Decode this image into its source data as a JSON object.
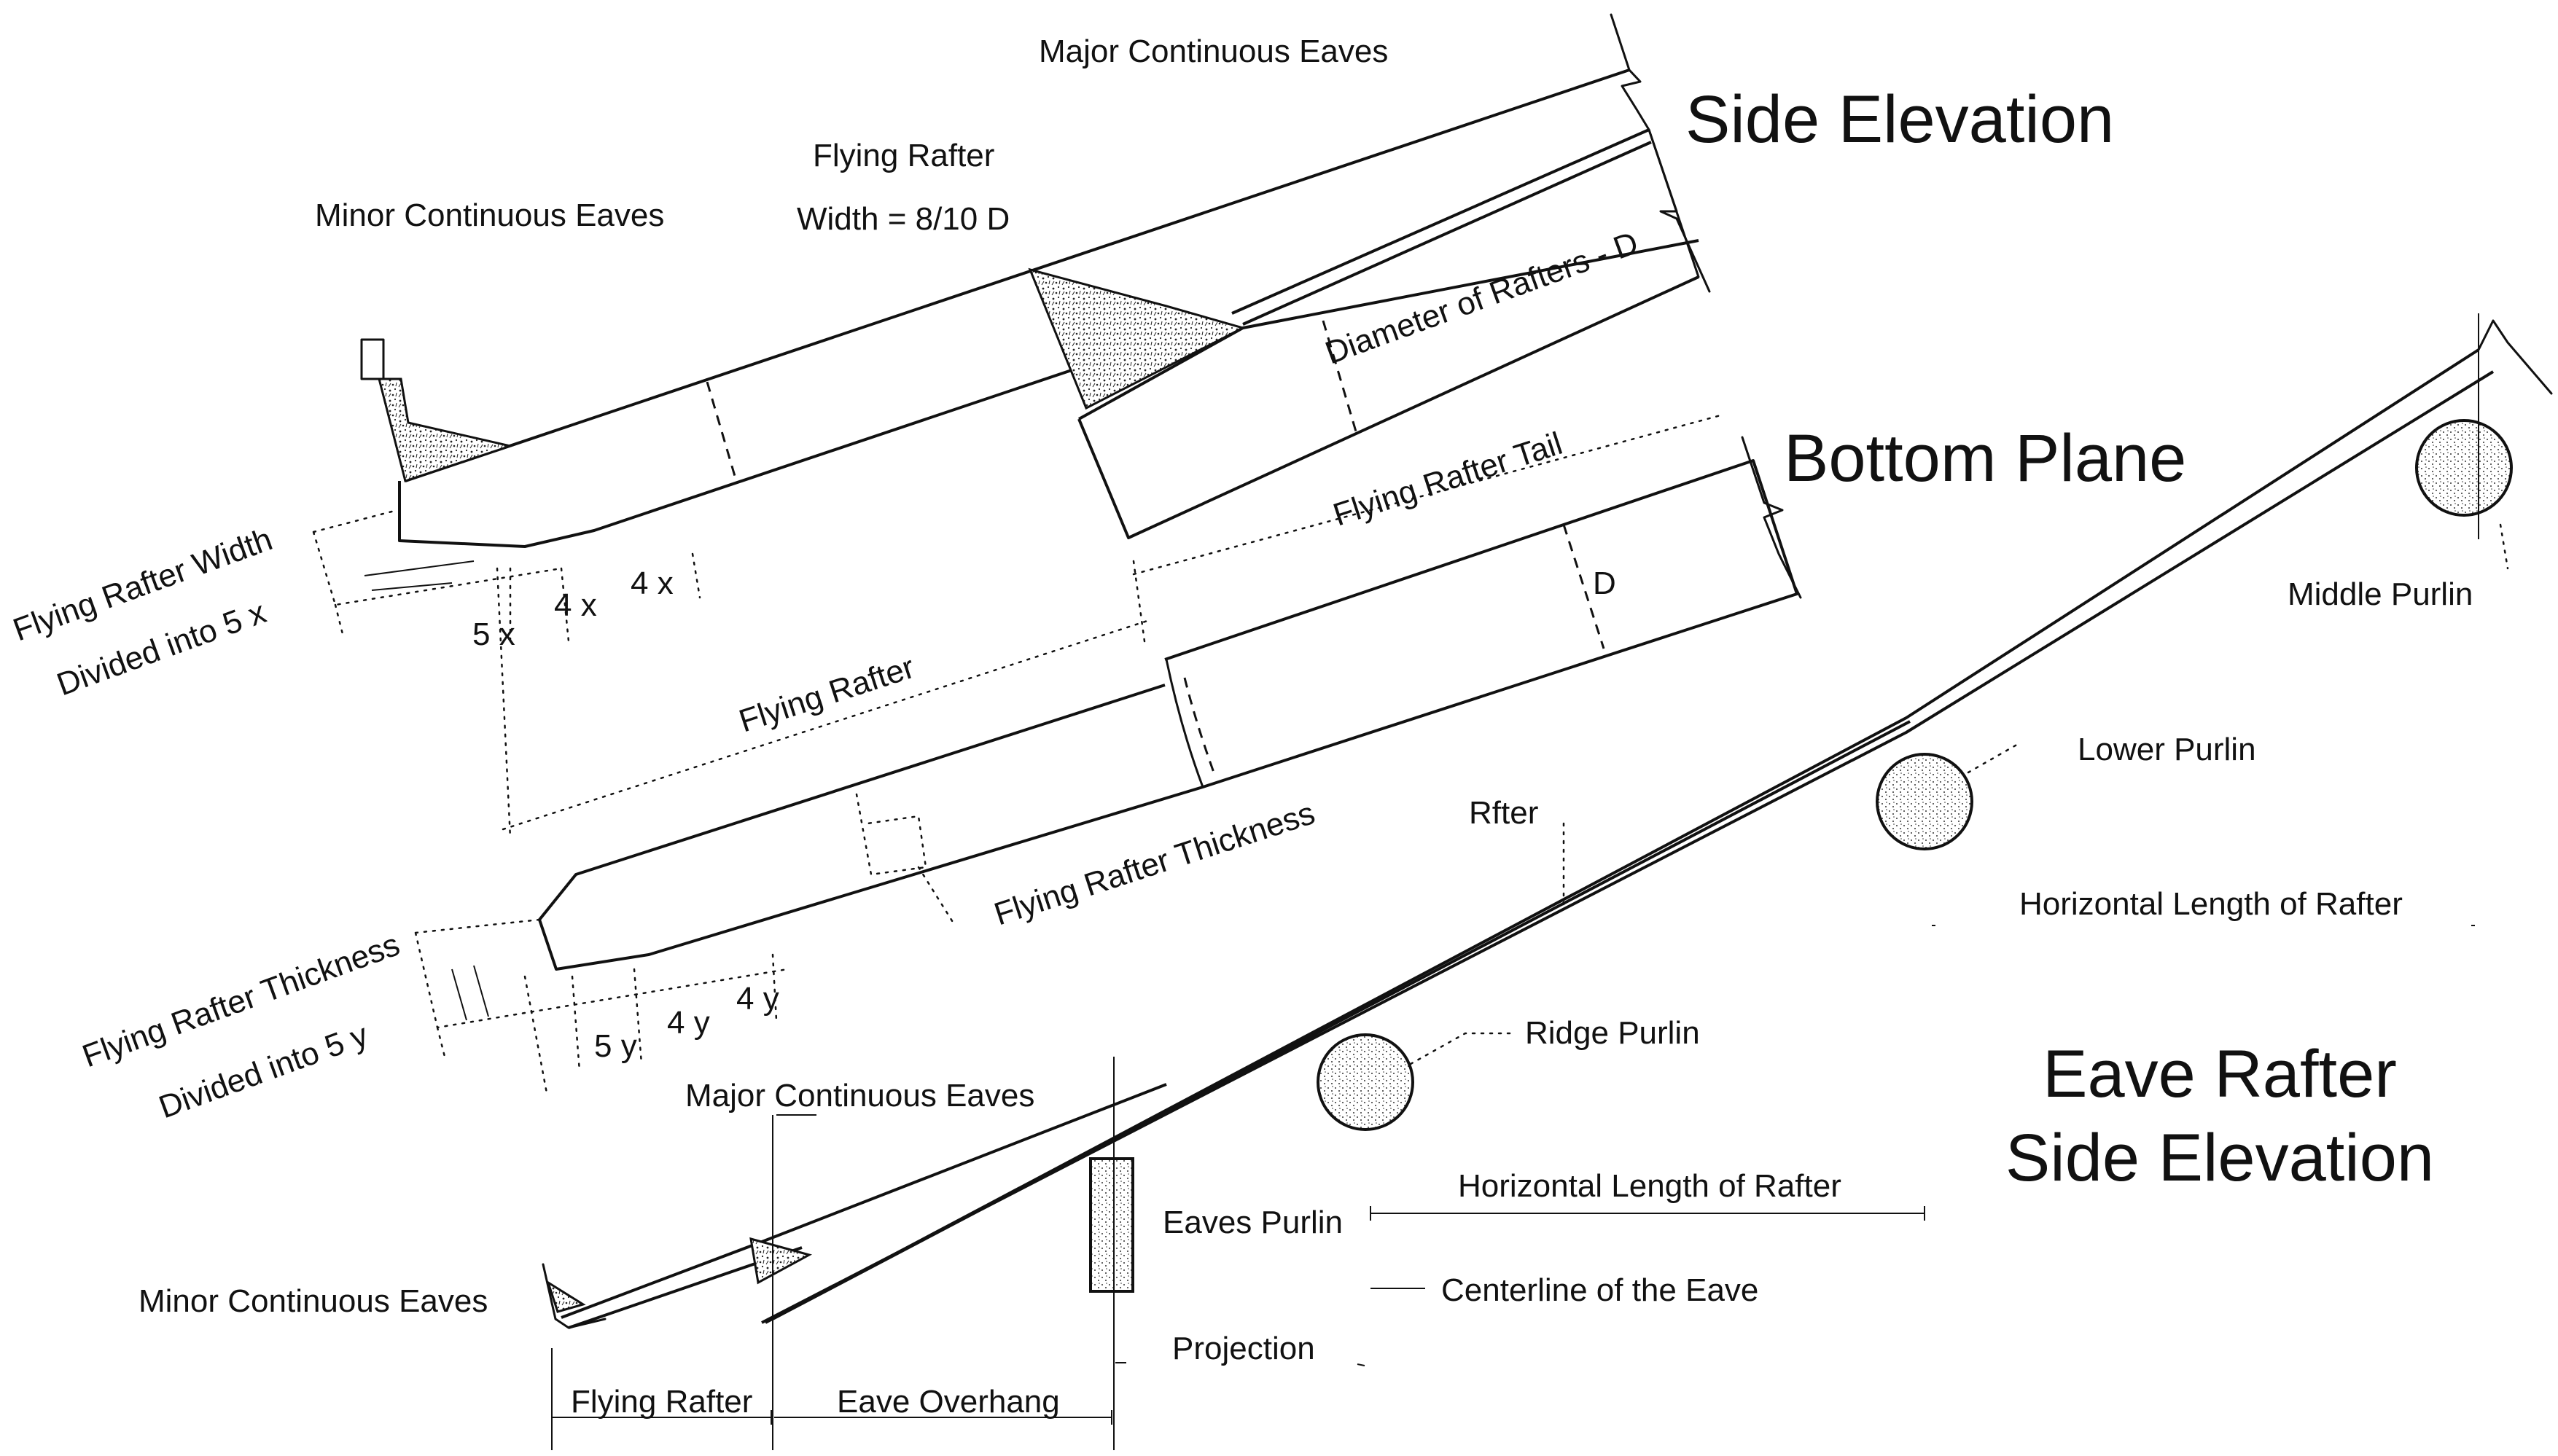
{
  "titles": {
    "side_elevation": "Side Elevation",
    "bottom_plane": "Bottom Plane",
    "eave_rafter_line1": "Eave Rafter",
    "eave_rafter_line2": "Side Elevation"
  },
  "labels": {
    "major_continuous_eaves_top": "Major Continuous Eaves",
    "flying_rafter_top": "Flying Rafter",
    "width_formula": "Width = 8/10 D",
    "minor_continuous_eaves_top": "Minor Continuous Eaves",
    "diameter_of_rafters": "Diameter of Rafters - D",
    "flying_rafter_tail": "Flying Rafter Tail",
    "d_mark": "D",
    "flying_rafter_width": "Flying Rafter Width",
    "divided_into_5x": "Divided into 5 x",
    "div_5x": "5 x",
    "div_4x_a": "4 x",
    "div_4x_b": "4 x",
    "flying_rafter_mid": "Flying Rafter",
    "flying_rafter_thickness_right": "Flying Rafter Thickness",
    "rfter": "Rfter",
    "flying_rafter_thickness_left": "Flying Rafter Thickness",
    "divided_into_5y": "Divided into 5 y",
    "div_5y": "5 y",
    "div_4y_a": "4 y",
    "div_4y_b": "4 y",
    "middle_purlin": "Middle Purlin",
    "lower_purlin": "Lower Purlin",
    "horizontal_length_upper": "Horizontal Length of Rafter",
    "ridge_purlin": "Ridge Purlin",
    "major_continuous_eaves_bottom": "Major Continuous Eaves",
    "eaves_purlin": "Eaves Purlin",
    "horizontal_length_lower": "Horizontal Length of Rafter",
    "minor_continuous_eaves_bottom": "Minor Continuous Eaves",
    "centerline_of_eave": "Centerline of the Eave",
    "projection": "Projection",
    "flying_rafter_bottom": "Flying Rafter",
    "eave_overhang": "Eave Overhang"
  }
}
